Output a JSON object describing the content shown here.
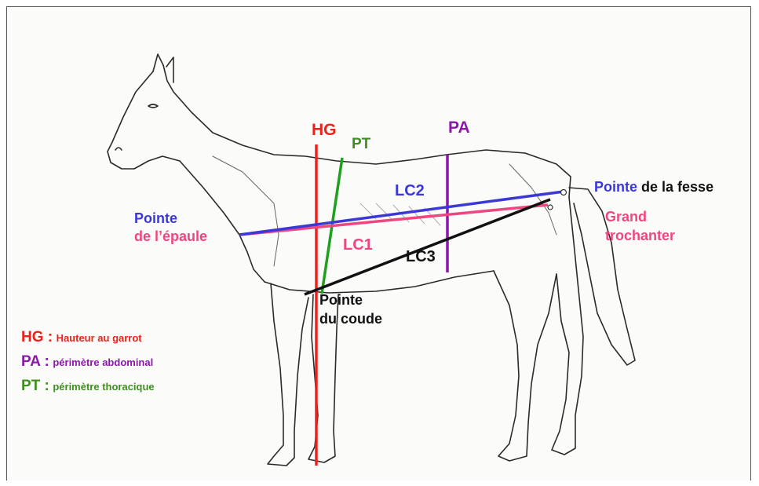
{
  "colors": {
    "red": "#f0201a",
    "green": "#3e8f1f",
    "purple": "#8a19a8",
    "blue": "#3b38d6",
    "pink": "#ee4680",
    "black": "#111111",
    "outline": "#2a2a2a"
  },
  "labels": {
    "hg": "HG",
    "pt": "PT",
    "pa": "PA",
    "lc1": "LC1",
    "lc2": "LC2",
    "lc3": "LC3",
    "pointe_epaule_1": "Pointe",
    "pointe_epaule_2": "de l’épaule",
    "pointe_fesse_a": "Pointe",
    "pointe_fesse_b": " de la fesse",
    "grand_trochanter_1": "Grand",
    "grand_trochanter_2": "trochanter",
    "pointe_coude_1": "Pointe",
    "pointe_coude_2": "du coude"
  },
  "legend": [
    {
      "abbr": "HG :",
      "desc": "Hauteur au garrot",
      "color": "#f0201a"
    },
    {
      "abbr": "PA :",
      "desc": "périmètre abdominal",
      "color": "#8a19a8"
    },
    {
      "abbr": "PT :",
      "desc": "périmètre thoracique",
      "color": "#3e8f1f"
    }
  ]
}
